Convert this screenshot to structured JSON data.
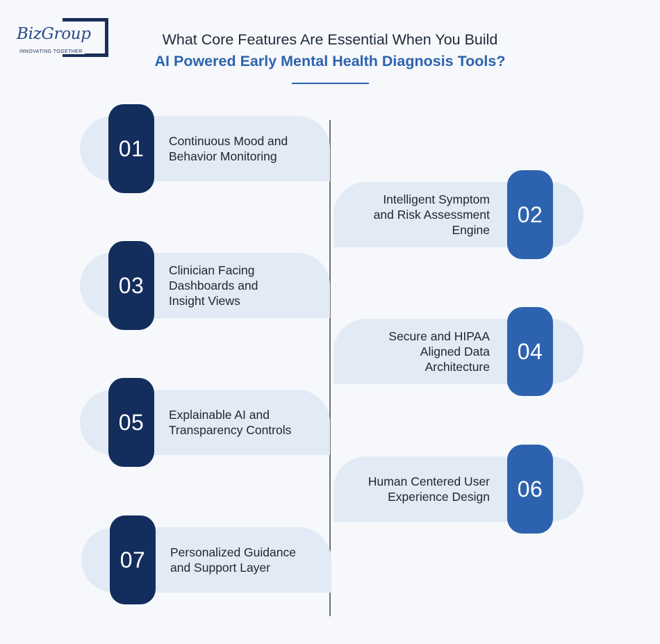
{
  "logo": {
    "wordmark": "BizGroup",
    "tagline": "INNOVATING TOGETHER"
  },
  "title": {
    "line1": "What Core Features Are Essential When You Build",
    "line2": "AI Powered Early Mental Health Diagnosis Tools?"
  },
  "colors": {
    "dark_tab": "#132d5c",
    "light_tab": "#2d63ae",
    "pill": "#e2ebf5",
    "accent": "#2d63ae"
  },
  "features": [
    {
      "number": "01",
      "label": "Continuous Mood and\nBehavior Monitoring"
    },
    {
      "number": "02",
      "label": "Intelligent Symptom\nand Risk Assessment\nEngine"
    },
    {
      "number": "03",
      "label": "Clinician Facing\nDashboards and\nInsight Views"
    },
    {
      "number": "04",
      "label": "Secure and HIPAA\nAligned Data\nArchitecture"
    },
    {
      "number": "05",
      "label": "Explainable AI and\nTransparency Controls"
    },
    {
      "number": "06",
      "label": "Human Centered User\nExperience Design"
    },
    {
      "number": "07",
      "label": "Personalized Guidance\nand Support Layer"
    }
  ]
}
